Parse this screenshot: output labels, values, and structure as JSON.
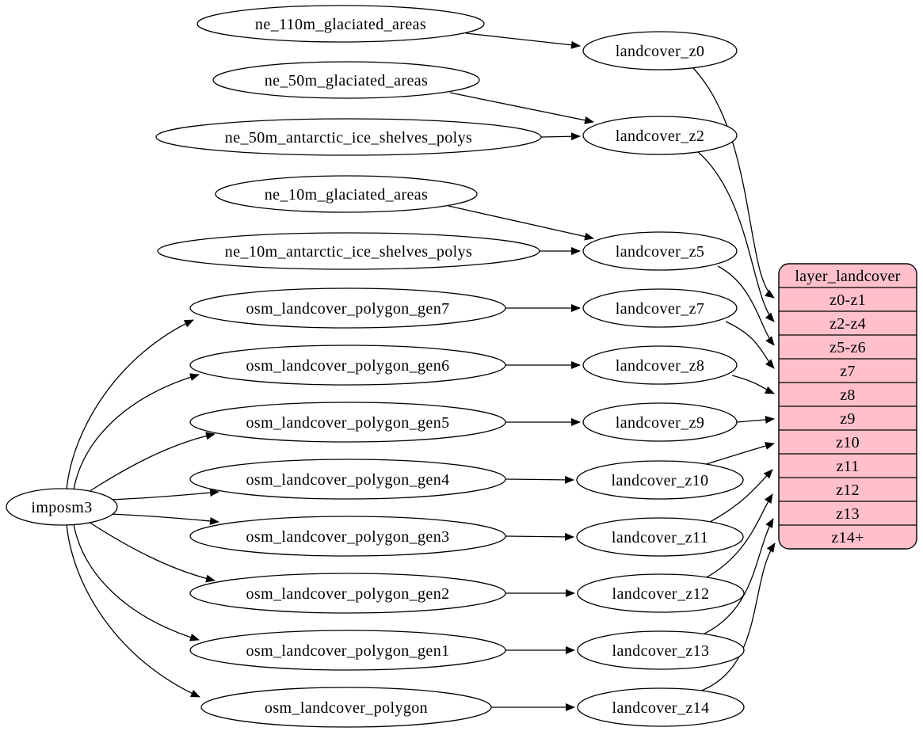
{
  "diagram": {
    "root": {
      "label": "imposm3"
    },
    "ne_sources": [
      "ne_110m_glaciated_areas",
      "ne_50m_glaciated_areas",
      "ne_50m_antarctic_ice_shelves_polys",
      "ne_10m_glaciated_areas",
      "ne_10m_antarctic_ice_shelves_polys"
    ],
    "osm_sources": [
      "osm_landcover_polygon_gen7",
      "osm_landcover_polygon_gen6",
      "osm_landcover_polygon_gen5",
      "osm_landcover_polygon_gen4",
      "osm_landcover_polygon_gen3",
      "osm_landcover_polygon_gen2",
      "osm_landcover_polygon_gen1",
      "osm_landcover_polygon"
    ],
    "stages": [
      "landcover_z0",
      "landcover_z2",
      "landcover_z5",
      "landcover_z7",
      "landcover_z8",
      "landcover_z9",
      "landcover_z10",
      "landcover_z11",
      "landcover_z12",
      "landcover_z13",
      "landcover_z14"
    ],
    "table": {
      "title": "layer_landcover",
      "rows": [
        "z0-z1",
        "z2-z4",
        "z5-z6",
        "z7",
        "z8",
        "z9",
        "z10",
        "z11",
        "z12",
        "z13",
        "z14+"
      ]
    },
    "edges": {
      "from_root": [
        "osm_landcover_polygon_gen7",
        "osm_landcover_polygon_gen6",
        "osm_landcover_polygon_gen5",
        "osm_landcover_polygon_gen4",
        "osm_landcover_polygon_gen3",
        "osm_landcover_polygon_gen2",
        "osm_landcover_polygon_gen1",
        "osm_landcover_polygon"
      ],
      "source_to_stage": [
        [
          "ne_110m_glaciated_areas",
          "landcover_z0"
        ],
        [
          "ne_50m_glaciated_areas",
          "landcover_z2"
        ],
        [
          "ne_50m_antarctic_ice_shelves_polys",
          "landcover_z2"
        ],
        [
          "ne_10m_glaciated_areas",
          "landcover_z5"
        ],
        [
          "ne_10m_antarctic_ice_shelves_polys",
          "landcover_z5"
        ],
        [
          "osm_landcover_polygon_gen7",
          "landcover_z7"
        ],
        [
          "osm_landcover_polygon_gen6",
          "landcover_z8"
        ],
        [
          "osm_landcover_polygon_gen5",
          "landcover_z9"
        ],
        [
          "osm_landcover_polygon_gen4",
          "landcover_z10"
        ],
        [
          "osm_landcover_polygon_gen3",
          "landcover_z11"
        ],
        [
          "osm_landcover_polygon_gen2",
          "landcover_z12"
        ],
        [
          "osm_landcover_polygon_gen1",
          "landcover_z13"
        ],
        [
          "osm_landcover_polygon",
          "landcover_z14"
        ]
      ],
      "stage_to_row": [
        [
          "landcover_z0",
          "z0-z1"
        ],
        [
          "landcover_z2",
          "z2-z4"
        ],
        [
          "landcover_z5",
          "z5-z6"
        ],
        [
          "landcover_z7",
          "z7"
        ],
        [
          "landcover_z8",
          "z8"
        ],
        [
          "landcover_z9",
          "z9"
        ],
        [
          "landcover_z10",
          "z10"
        ],
        [
          "landcover_z11",
          "z11"
        ],
        [
          "landcover_z12",
          "z12"
        ],
        [
          "landcover_z13",
          "z13"
        ],
        [
          "landcover_z14",
          "z14+"
        ]
      ]
    },
    "colors": {
      "table_fill": "#ffc0cb",
      "node_fill": "#ffffff",
      "stroke": "#000000"
    }
  }
}
